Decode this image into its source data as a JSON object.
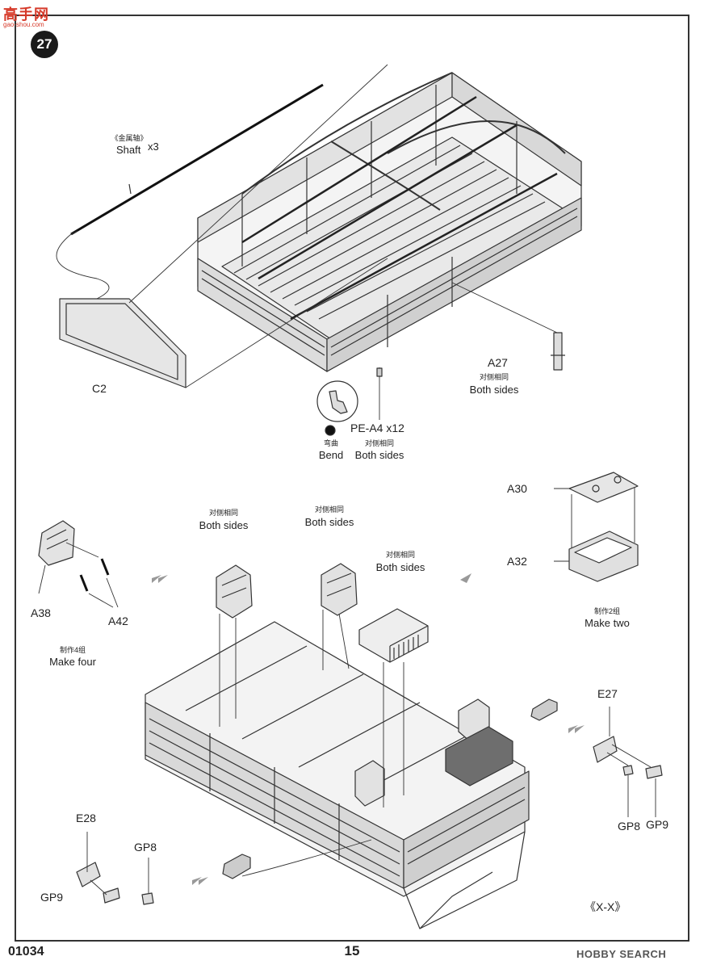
{
  "step_number": "27",
  "watermark": {
    "site_cn": "高手网",
    "site_url": "gao-shou.com"
  },
  "labels": {
    "shaft_cn": "《金属轴》",
    "shaft_en": "Shaft",
    "shaft_qty": "x3",
    "c2": "C2",
    "a27": "A27",
    "a27_cn": "对侧相同",
    "a27_en": "Both sides",
    "pe_a4": "PE-A4 x12",
    "bend_cn": "弯曲",
    "bend_en": "Bend",
    "pe_cn": "对侧相同",
    "pe_en": "Both sides",
    "a30": "A30",
    "a32": "A32",
    "make_two_cn": "制作2组",
    "make_two_en": "Make two",
    "a38": "A38",
    "a42": "A42",
    "make_four_cn": "制作4组",
    "make_four_en": "Make four",
    "seat1_cn": "对侧相同",
    "seat1_en": "Both sides",
    "seat2_cn": "对侧相同",
    "seat2_en": "Both sides",
    "box_cn": "对侧相同",
    "box_en": "Both sides",
    "e27": "E27",
    "gp8_right": "GP8",
    "gp9_right": "GP9",
    "e28": "E28",
    "gp8_left": "GP8",
    "gp9_left": "GP9",
    "section": "《X-X》"
  },
  "footer": {
    "code": "01034",
    "page": "15",
    "brand_a": "HOBBY",
    "brand_b": "SEARCH"
  }
}
